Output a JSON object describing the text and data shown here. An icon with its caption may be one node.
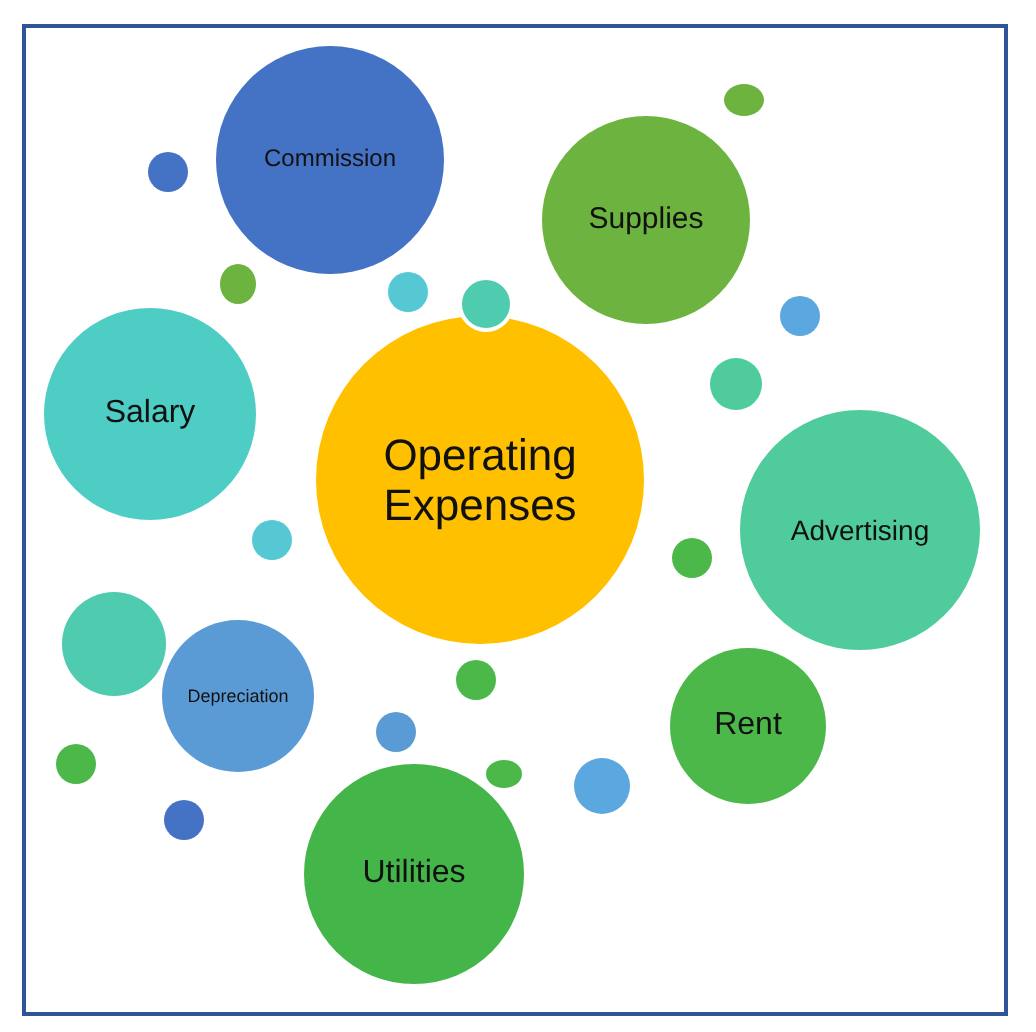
{
  "diagram": {
    "nodes": [
      {
        "text": [
          "Operating Expenses"
        ]
      },
      {
        "text": [
          "Commission"
        ]
      },
      {
        "text": [
          "Supplies"
        ]
      },
      {
        "text": [
          "Salary"
        ]
      },
      {
        "text": [
          "Advertising"
        ]
      },
      {
        "text": [
          "Depreciation"
        ]
      },
      {
        "text": [
          "Rent"
        ]
      },
      {
        "text": [
          "Utilities"
        ]
      },
      {
        "text": [],
        "shape": "circle"
      },
      {
        "text": [],
        "shape": "circle"
      },
      {
        "text": [],
        "shape": "circle"
      },
      {
        "text": [],
        "shape": "circle"
      },
      {
        "text": [],
        "shape": "circle"
      },
      {
        "text": [],
        "shape": "circle"
      },
      {
        "text": [],
        "shape": "circle"
      },
      {
        "text": [],
        "shape": "circle"
      },
      {
        "text": [],
        "shape": "circle"
      },
      {
        "text": [],
        "shape": "circle"
      },
      {
        "text": [],
        "shape": "circle"
      },
      {
        "text": [],
        "shape": "circle"
      },
      {
        "text": [],
        "shape": "circle"
      },
      {
        "text": [],
        "shape": "circle"
      },
      {
        "text": [],
        "shape": "circle"
      },
      {
        "text": [],
        "shape": "circle"
      }
    ]
  }
}
